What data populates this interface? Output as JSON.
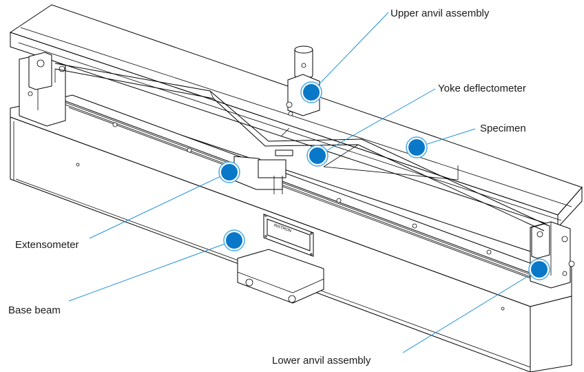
{
  "callouts": {
    "upper_anvil": "Upper anvil assembly",
    "yoke": "Yoke deflectometer",
    "specimen": "Specimen",
    "extensometer": "Extensometer",
    "base_beam": "Base beam",
    "lower_anvil": "Lower anvil assembly"
  },
  "nameplate_text": "INSTRON",
  "colors": {
    "marker_fill": "#0a78c8",
    "marker_ring": "#4aa8e8",
    "leader_line": "#1e90d6",
    "outline": "#000000"
  }
}
